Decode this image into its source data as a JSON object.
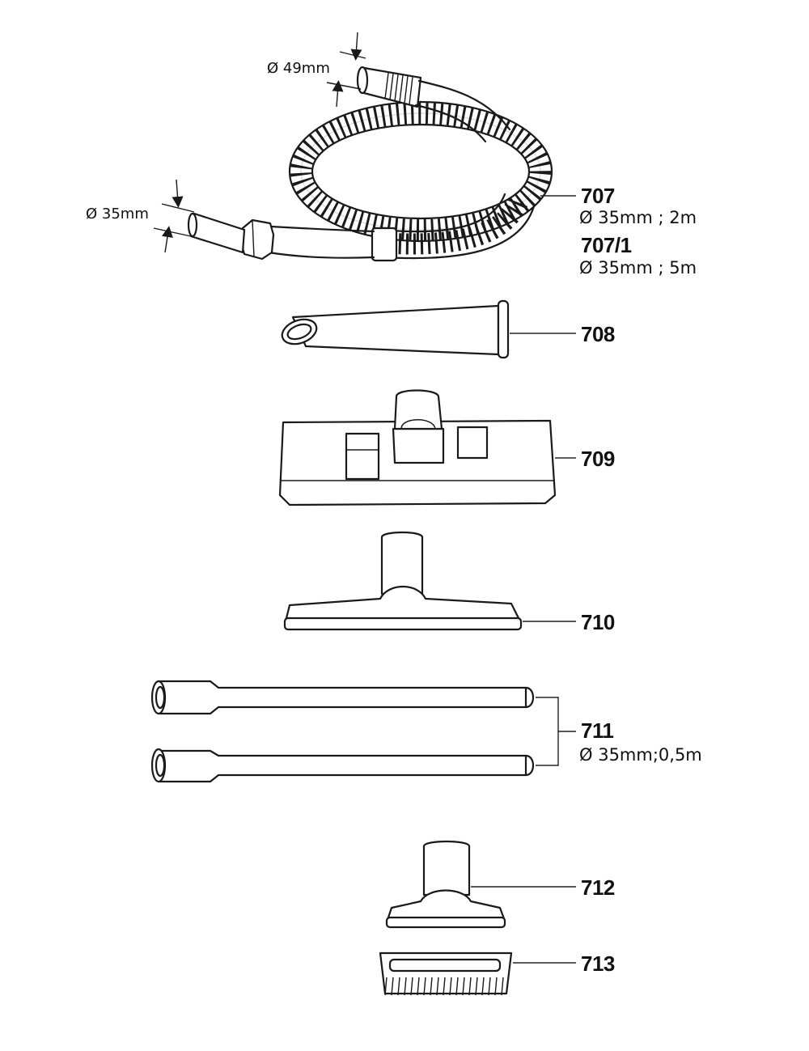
{
  "parts": [
    {
      "number": "707",
      "spec": "Ø 35mm ; 2m"
    },
    {
      "number": "707/1",
      "spec": "Ø 35mm ; 5m"
    },
    {
      "number": "708",
      "spec": ""
    },
    {
      "number": "709",
      "spec": ""
    },
    {
      "number": "710",
      "spec": ""
    },
    {
      "number": "711",
      "spec": "Ø 35mm;0,5m"
    },
    {
      "number": "712",
      "spec": ""
    },
    {
      "number": "713",
      "spec": ""
    }
  ],
  "dimensions": {
    "hose_end_large": "Ø 49mm",
    "hose_end_small": "Ø 35mm"
  },
  "colors": {
    "ink": "#1a1a1a",
    "background": "#ffffff"
  }
}
